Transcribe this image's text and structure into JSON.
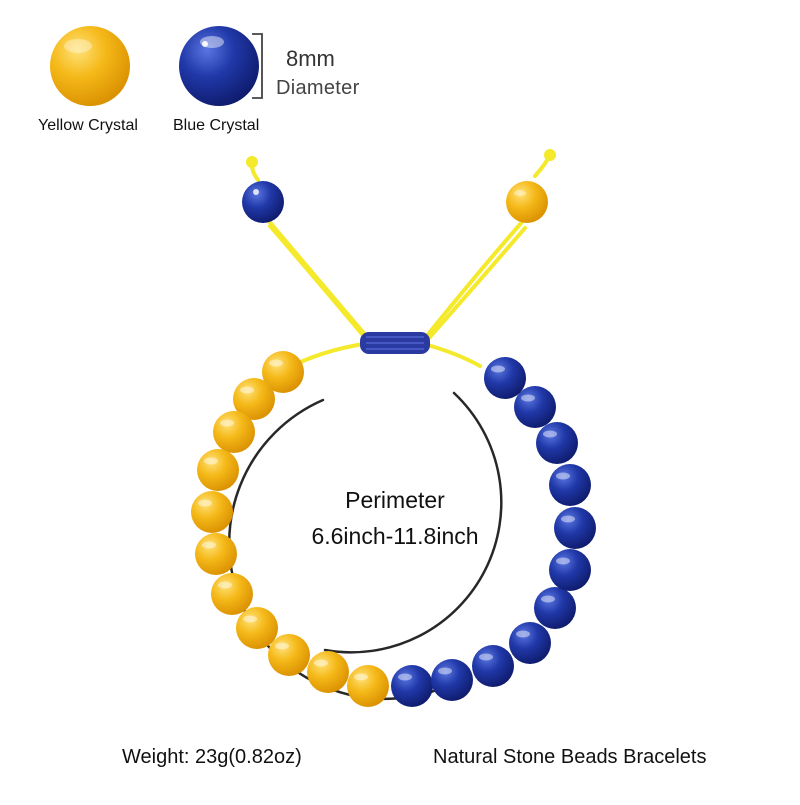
{
  "swatches": [
    {
      "label": "Yellow Crystal",
      "color": "#f2b215"
    },
    {
      "label": "Blue Crystal",
      "color": "#1f36a8"
    }
  ],
  "size": {
    "value": "8mm",
    "caption": "Diameter"
  },
  "perimeter": {
    "title": "Perimeter",
    "range": "6.6inch-11.8inch"
  },
  "footer": {
    "weight": "Weight: 23g(0.82oz)",
    "product": "Natural Stone Beads Bracelets"
  },
  "colors": {
    "cord": "#f4e92a",
    "knot": "#2a3aa0",
    "ring": "#111111"
  }
}
